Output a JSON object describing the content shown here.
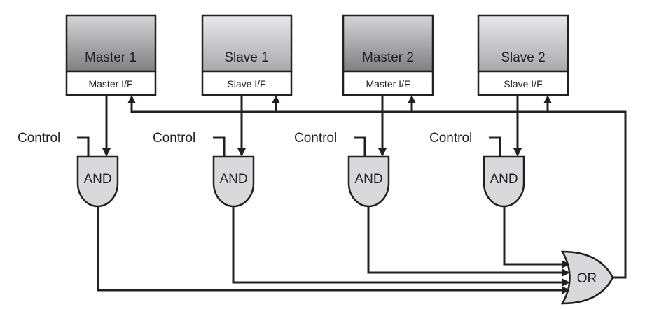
{
  "modules": [
    {
      "title": "Master 1",
      "interface": "Master I/F",
      "shade": "dark"
    },
    {
      "title": "Slave 1",
      "interface": "Slave I/F",
      "shade": "light"
    },
    {
      "title": "Master 2",
      "interface": "Master I/F",
      "shade": "dark"
    },
    {
      "title": "Slave 2",
      "interface": "Slave I/F",
      "shade": "light"
    }
  ],
  "control_label": "Control",
  "and_gate_label": "AND",
  "or_gate_label": "OR",
  "colors": {
    "line": "#231f20",
    "gate_fill": "#d9d9db",
    "interface_fill": "#ffffff"
  }
}
